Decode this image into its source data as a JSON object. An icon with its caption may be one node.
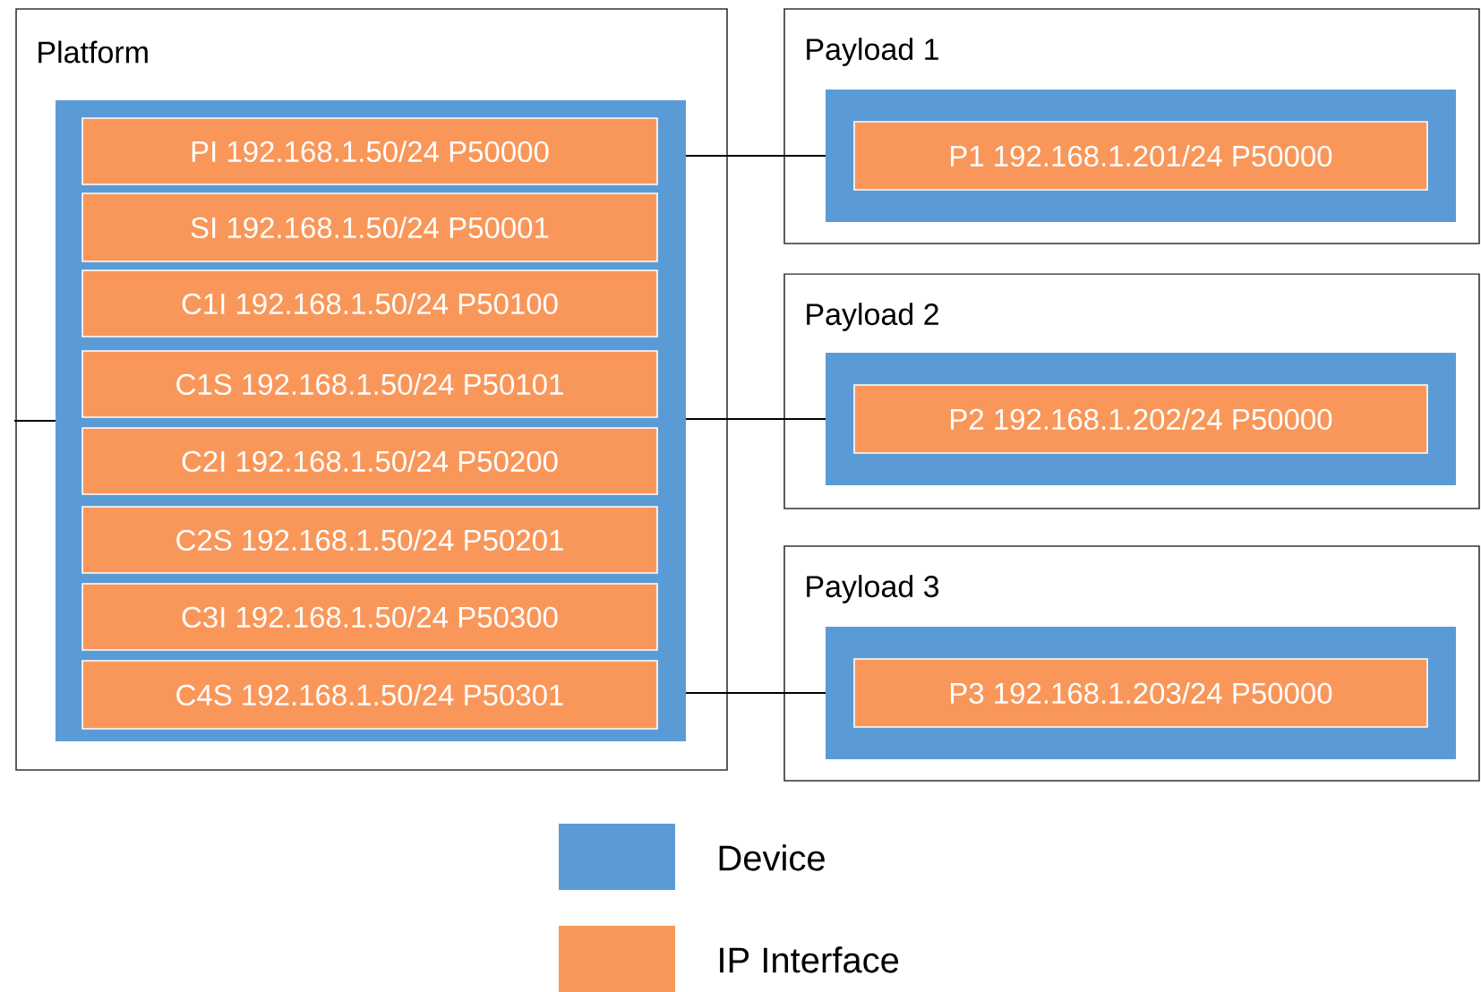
{
  "diagram": {
    "nodes": [
      {
        "text": [
          "Platform"
        ]
      },
      {
        "text": [],
        "shape": "box",
        "in": 0
      },
      {
        "text": [
          "PI 192.168.1.50/24 P50000"
        ],
        "in": 1
      },
      {
        "text": [
          "SI 192.168.1.50/24 P50001"
        ],
        "in": 1
      },
      {
        "text": [
          "C1I 192.168.1.50/24 P50100"
        ],
        "in": 1
      },
      {
        "text": [
          "C1S 192.168.1.50/24 P50101"
        ],
        "in": 1
      },
      {
        "text": [
          "C2I 192.168.1.50/24 P50200"
        ],
        "in": 1
      },
      {
        "text": [
          "C2S 192.168.1.50/24 P50201"
        ],
        "in": 1
      },
      {
        "text": [
          "C3I 192.168.1.50/24 P50300"
        ],
        "in": 1
      },
      {
        "text": [
          "C4S 192.168.1.50/24 P50301"
        ],
        "in": 1
      },
      {
        "text": [
          "Payload 1"
        ]
      },
      {
        "text": [],
        "shape": "box",
        "in": 10
      },
      {
        "text": [
          "P1 192.168.1.201/24 P50000"
        ],
        "in": 11
      },
      {
        "text": [
          "Payload 2"
        ]
      },
      {
        "text": [],
        "shape": "box",
        "in": 13
      },
      {
        "text": [
          "P2 192.168.1.202/24 P50000"
        ],
        "in": 14
      },
      {
        "text": [
          "Payload 3"
        ]
      },
      {
        "text": [],
        "shape": "box",
        "in": 16
      },
      {
        "text": [
          "P3 192.168.1.203/24 P50000"
        ],
        "in": 17
      }
    ],
    "edges": [
      {
        "from": null,
        "to": 1,
        "arrow": "none"
      },
      {
        "from": 1,
        "to": 11,
        "arrow": "none"
      },
      {
        "from": 1,
        "to": 14,
        "arrow": "none"
      },
      {
        "from": 1,
        "to": 17,
        "arrow": "none"
      }
    ],
    "legend": [
      {
        "text": "Device",
        "color": "#5b9bd5"
      },
      {
        "text": "IP Interface",
        "color": "#f9975a"
      }
    ]
  }
}
